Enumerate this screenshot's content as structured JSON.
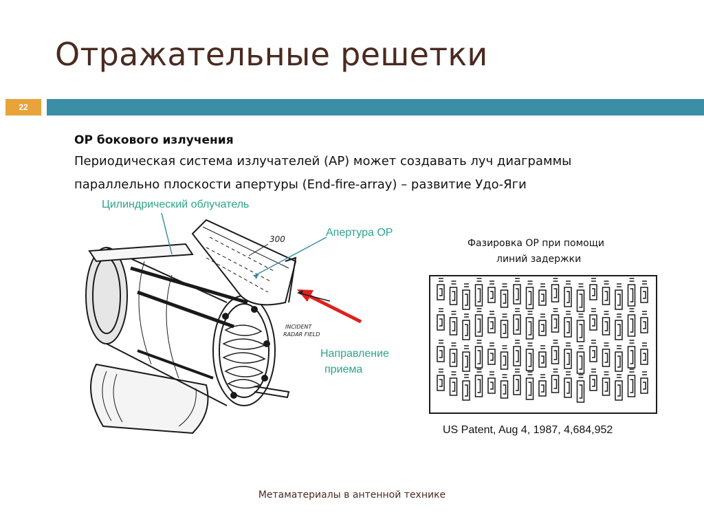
{
  "slide": {
    "title": "Отражательные решетки",
    "number": "22",
    "accent_color": "#e8a33a",
    "bar_color": "#3a8fa6"
  },
  "content": {
    "heading": "ОР бокового излучения",
    "line1": "Периодическая система излучателей (АР) может создавать луч диаграммы",
    "line2": "параллельно плоскости апертуры (End-fire-array) – развитие Удо-Яги"
  },
  "figure_left": {
    "callout_feed": "Цилиндрический облучатель",
    "callout_aperture": "Апертура ОР",
    "callout_direction_1": "Направление",
    "callout_direction_2": "приема",
    "drawing_label_number": "300",
    "drawing_label_incident_1": "INCIDENT",
    "drawing_label_incident_2": "RADAR FIELD",
    "callout_color": "#2aa58a",
    "arrow_color": "#e0201e"
  },
  "figure_right": {
    "caption_1": "Фазировка ОР при помощи",
    "caption_2": "линий задержки",
    "patent": "US Patent, Aug 4, 1987, 4,684,952"
  },
  "footer": {
    "text": "Метаматериалы в антенной технике"
  }
}
